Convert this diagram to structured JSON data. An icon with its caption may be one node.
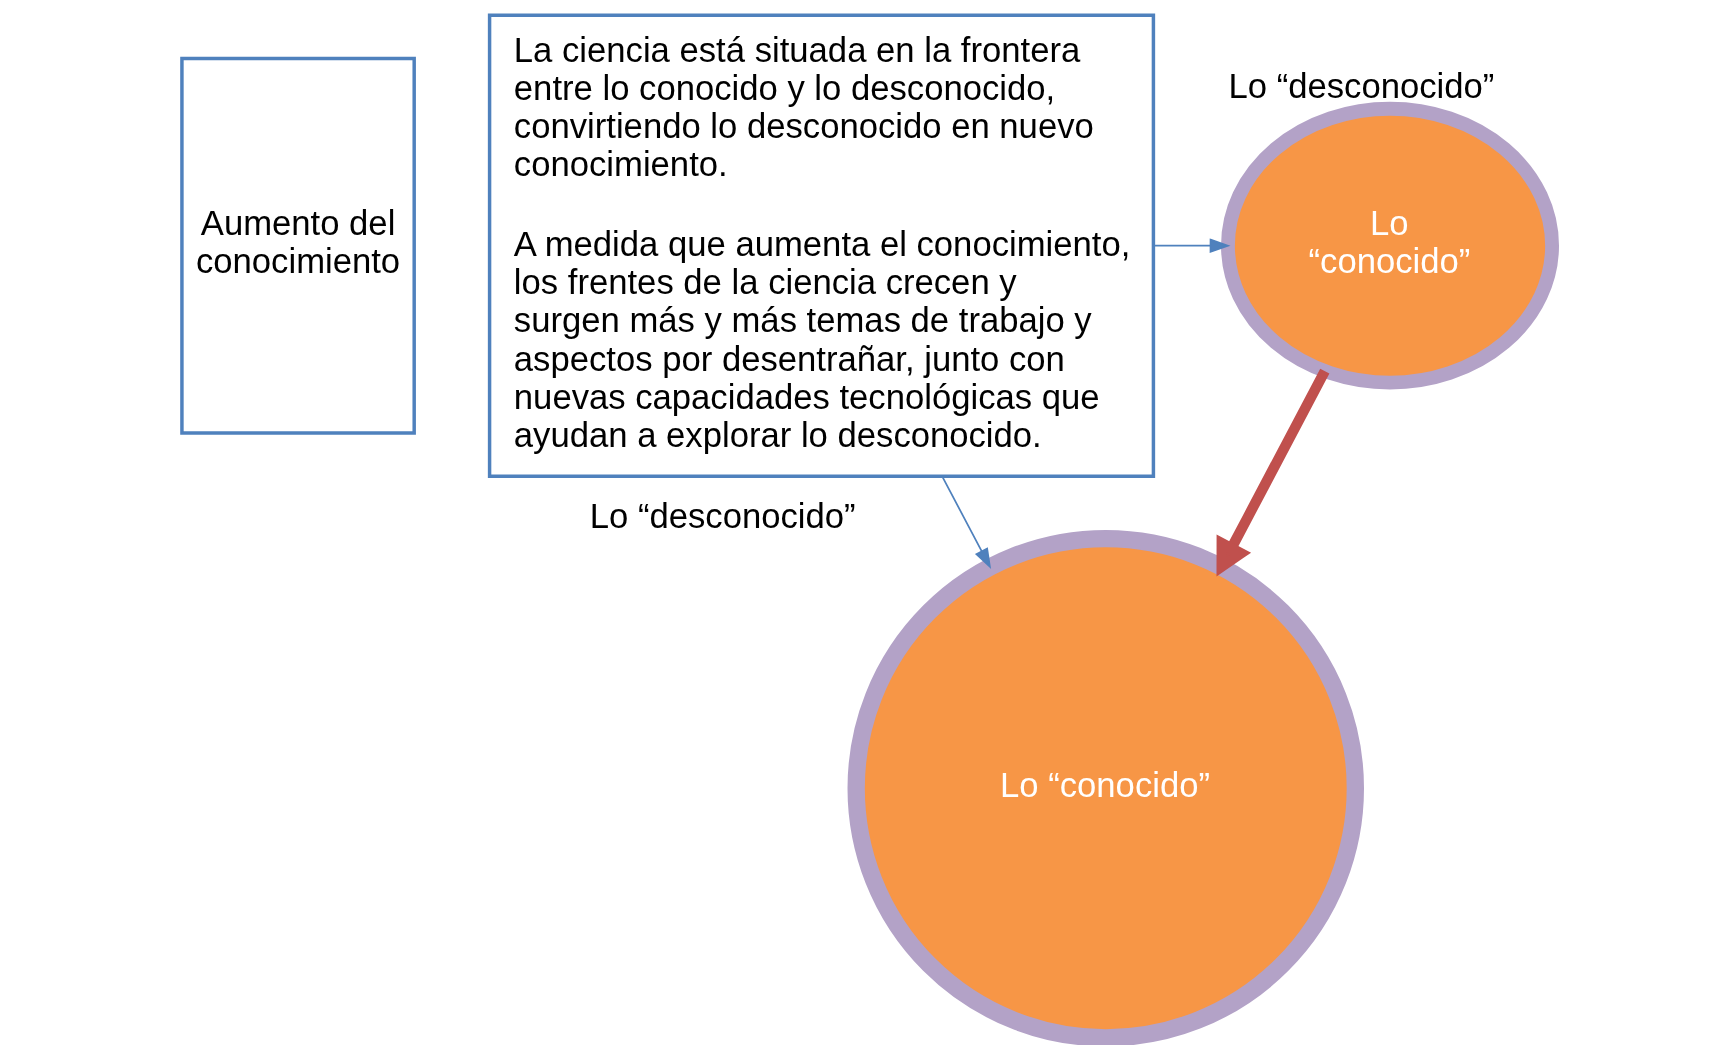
{
  "diagram": {
    "nodes": [
      {
        "text": [
          "Lo “conocido”"
        ],
        "beside": [
          "Lo “desconocido”"
        ]
      },
      {
        "text": [
          "Aumento del conocimiento"
        ]
      },
      {
        "text": [
          "La ciencia está situada en la frontera entre lo conocido y lo desconocido, convirtiendo lo desconocido en nuevo conocimiento.",
          "A medida que aumenta el conocimiento, los frentes de la ciencia crecen y surgen más y más temas de trabajo y aspectos por desentrañar, junto con nuevas capacidades tecnológicas que ayudan a explorar lo desconocido."
        ]
      },
      {
        "text": [
          "Lo “conocido”"
        ],
        "beside": [
          "Lo “desconocido”"
        ]
      }
    ],
    "edges": [
      {
        "from": 0,
        "to": 3,
        "arrow": "to",
        "style": "thick",
        "color": "#c0504d"
      },
      {
        "from": 2,
        "to": 0,
        "arrow": "to"
      },
      {
        "from": 2,
        "to": 3,
        "arrow": "to"
      }
    ]
  }
}
